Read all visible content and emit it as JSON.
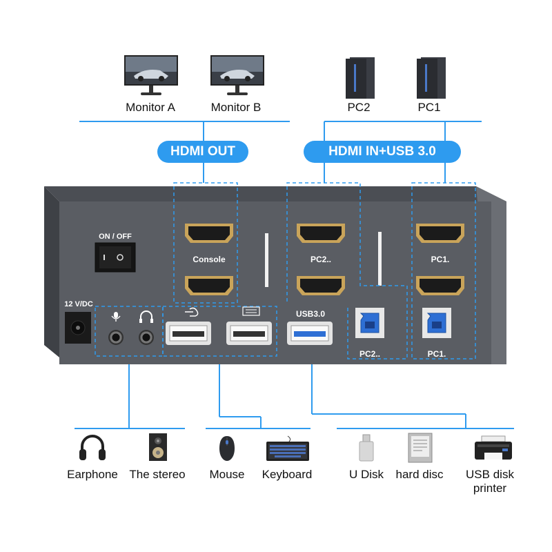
{
  "top_devices": {
    "monitor_a": "Monitor A",
    "monitor_b": "Monitor B",
    "pc2": "PC2",
    "pc1": "PC1"
  },
  "badges": {
    "hdmi_out": "HDMI OUT",
    "hdmi_in": "HDMI IN+USB 3.0"
  },
  "panel": {
    "switch_label": "ON / OFF",
    "power_label": "12 V/DC",
    "console_label": "Console",
    "pc2_hdmi_label": "PC2..",
    "pc1_hdmi_label": "PC1.",
    "usb30_label": "USB3.0",
    "pc2_usb_label": "PC2..",
    "pc1_usb_label": "PC1."
  },
  "bottom_devices": {
    "earphone": "Earphone",
    "stereo": "The stereo",
    "mouse": "Mouse",
    "keyboard": "Keyboard",
    "udisk": "U Disk",
    "harddisc": "hard disc",
    "printer": "USB disk printer"
  },
  "colors": {
    "accent": "#2e9bef",
    "panel": "#5a5d63",
    "gold": "#c9a45a"
  }
}
